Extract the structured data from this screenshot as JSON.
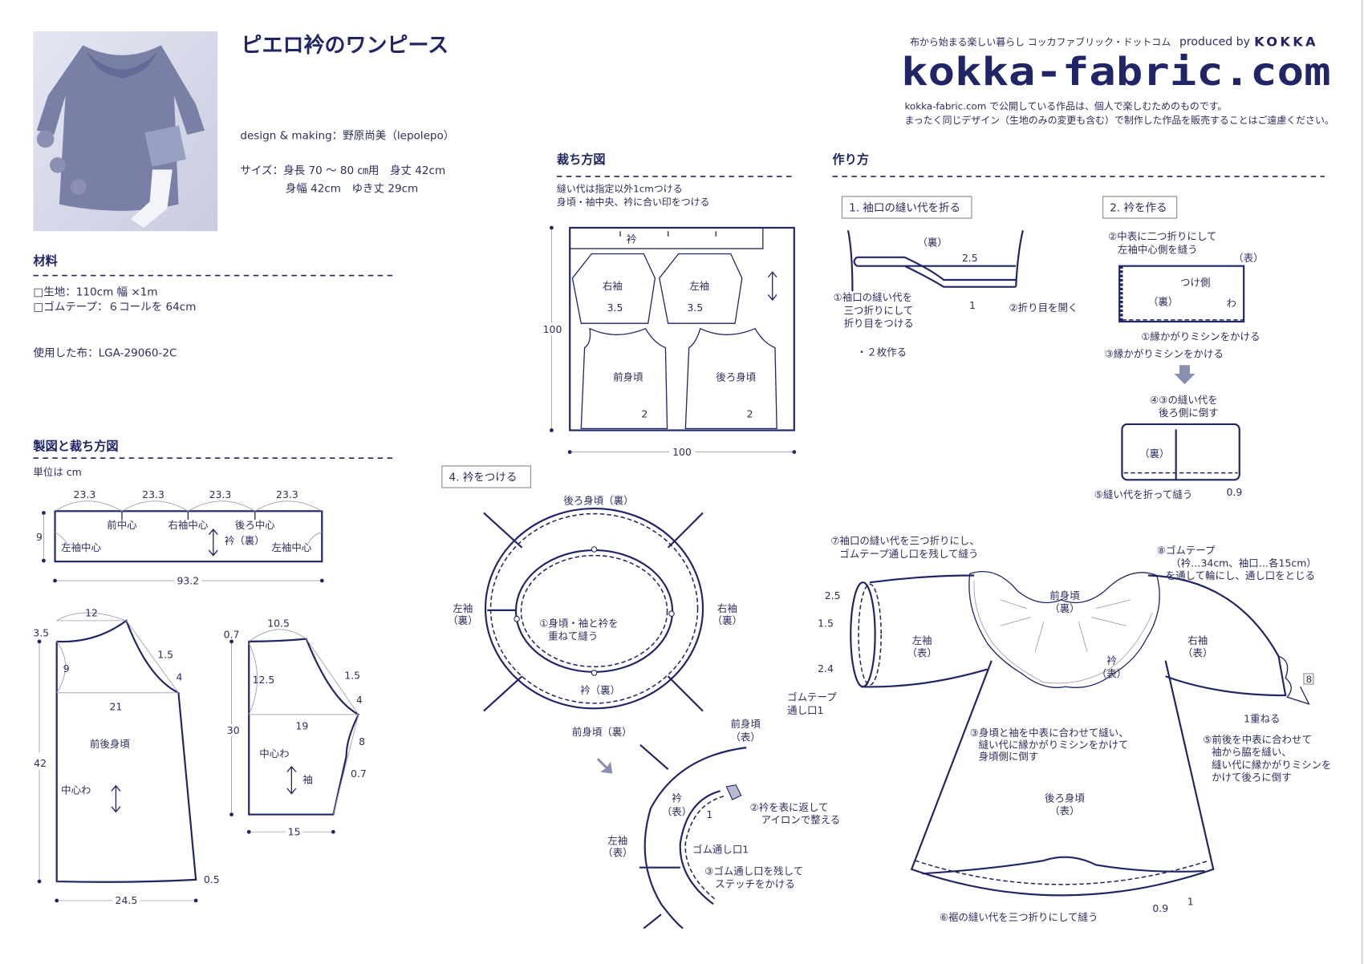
{
  "header": {
    "title": "ピエロ衿のワンピース",
    "design": "design & making：野原尚美（lepolepo）",
    "size_line1": "サイズ：身長 70 ～ 80 ㎝用　身丈 42cm",
    "size_line2": "身幅 42cm　ゆき丈 29cm"
  },
  "brand": {
    "tagline": "布から始まる楽しい暮らし コッカファブリック・ドットコム",
    "produced_by": "produced by",
    "kokka": "KOKKA",
    "logo": "kokka-fabric.com",
    "notice1": "kokka-fabric.com で公開している作品は、個人で楽しむためのものです。",
    "notice2": "まったく同じデザイン（生地のみの変更も含む）で制作した作品を販売することはご遠慮ください。"
  },
  "materials": {
    "heading": "材料",
    "items": [
      "□生地：110cm 幅 ×1m",
      "□ゴムテープ：６コールを 64cm"
    ],
    "fabric_used": "使用した布：LGA-29060-2C"
  },
  "drafting": {
    "heading": "製図と裁ち方図",
    "unit": "単位は cm",
    "collar": {
      "segments": [
        "23.3",
        "23.3",
        "23.3",
        "23.3"
      ],
      "front_center": "前中心",
      "right_sleeve_center": "右袖中心",
      "back_center": "後ろ中心",
      "left_sleeve_center": "左袖中心",
      "label": "衿（裏）",
      "height": "9",
      "width": "93.2"
    },
    "body": {
      "neck_width": "12",
      "neck_drop": "3.5",
      "armhole_depth": "9",
      "curve": "1.5",
      "armhole": "4",
      "chest": "21",
      "label": "前後身頃",
      "fold": "中心わ",
      "length": "42",
      "hem_rise": "0.5",
      "hem_width": "24.5"
    },
    "sleeve": {
      "top": "10.5",
      "cap_drop": "0.7",
      "cap_height": "12.5",
      "curve": "1.5",
      "armhole": "4",
      "width": "19",
      "length": "30",
      "side": "8",
      "side_in": "0.7",
      "fold": "中心わ",
      "label": "袖",
      "cuff": "15"
    }
  },
  "cutting": {
    "heading": "裁ち方図",
    "note1": "縫い代は指定以外1cmつける",
    "note2": "身頃・袖中央、衿に合い印をつける",
    "collar": "衿",
    "right_sleeve": "右袖",
    "left_sleeve": "左袖",
    "front_body": "前身頃",
    "back_body": "後ろ身頃",
    "sleeve_allow": "3.5",
    "hem_allow": "2",
    "height": "100",
    "width": "100"
  },
  "howto": {
    "heading": "作り方",
    "step1": {
      "title": "1. 袖口の縫い代を折る",
      "wrong": "（裏）",
      "d1": "2.5",
      "d2": "1",
      "n1a": "①袖口の縫い代を",
      "n1b": "三つ折りにして",
      "n1c": "折り目をつける",
      "n2": "②折り目を開く",
      "count": "・２枚作る"
    },
    "step2": {
      "title": "2. 衿を作る",
      "n2a": "②中表に二つ折りにして",
      "n2b": "左袖中心側を縫う",
      "right": "（表）",
      "attach": "つけ側",
      "wrong": "（裏）",
      "fold": "わ",
      "n1": "①縁かがりミシンをかける",
      "n3": "③縁かがりミシンをかける",
      "n4a": "④③の縫い代を",
      "n4b": "後ろ側に倒す",
      "wrong2": "（裏）",
      "n5": "⑤縫い代を折って縫う",
      "d": "0.9"
    },
    "step4": {
      "title": "4. 衿をつける",
      "back": "後ろ身頃（裏）",
      "left_a": "左袖",
      "left_b": "（裏）",
      "right_a": "右袖",
      "right_b": "（裏）",
      "n1a": "①身頃・袖と衿を",
      "n1b": "重ねて縫う",
      "collar": "衿（裏）",
      "front": "前身頃（裏）",
      "front2a": "前身頃",
      "front2b": "（表）",
      "collar2a": "衿",
      "collar2b": "（表）",
      "d": "1",
      "n2a": "②衿を表に返して",
      "n2b": "アイロンで整える",
      "left2a": "左袖",
      "left2b": "（表）",
      "opening": "ゴム通し口1",
      "n3a": "③ゴム通し口を残して",
      "n3b": "ステッチをかける"
    },
    "finish": {
      "n7a": "⑦袖口の縫い代を三つ折りにし、",
      "n7b": "ゴムテープ通し口を残して縫う",
      "n8a": "⑧ゴムテープ",
      "n8b": "（衿…34cm、袖口…各15cm）",
      "n8c": "を通して輪にし、通し口をとじる",
      "d25": "2.5",
      "d15": "1.5",
      "d24": "2.4",
      "tape_a": "ゴムテープ",
      "tape_b": "通し口1",
      "front_a": "前身頃",
      "front_b": "（裏）",
      "lsleeve_a": "左袖",
      "lsleeve_b": "（表）",
      "rsleeve_a": "右袖",
      "rsleeve_b": "（表）",
      "collar_a": "衿",
      "collar_b": "（表）",
      "eight": "8",
      "overlap": "1重ねる",
      "n3a": "③身頃と袖を中表に合わせて縫い、",
      "n3b": "縫い代に縁かがりミシンをかけて",
      "n3c": "身頃側に倒す",
      "n5a": "⑤前後を中表に合わせて",
      "n5b": "袖から脇を縫い、",
      "n5c": "縫い代に縁かがりミシンを",
      "n5d": "かけて後ろに倒す",
      "back_a": "後ろ身頃",
      "back_b": "（表）",
      "d1": "1",
      "d09": "0.9",
      "n6": "⑥裾の縫い代を三つ折りにして縫う"
    }
  },
  "colors": {
    "navy": "#1f2566",
    "text": "#2a2f5e",
    "arrow": "#8a8fb0"
  }
}
